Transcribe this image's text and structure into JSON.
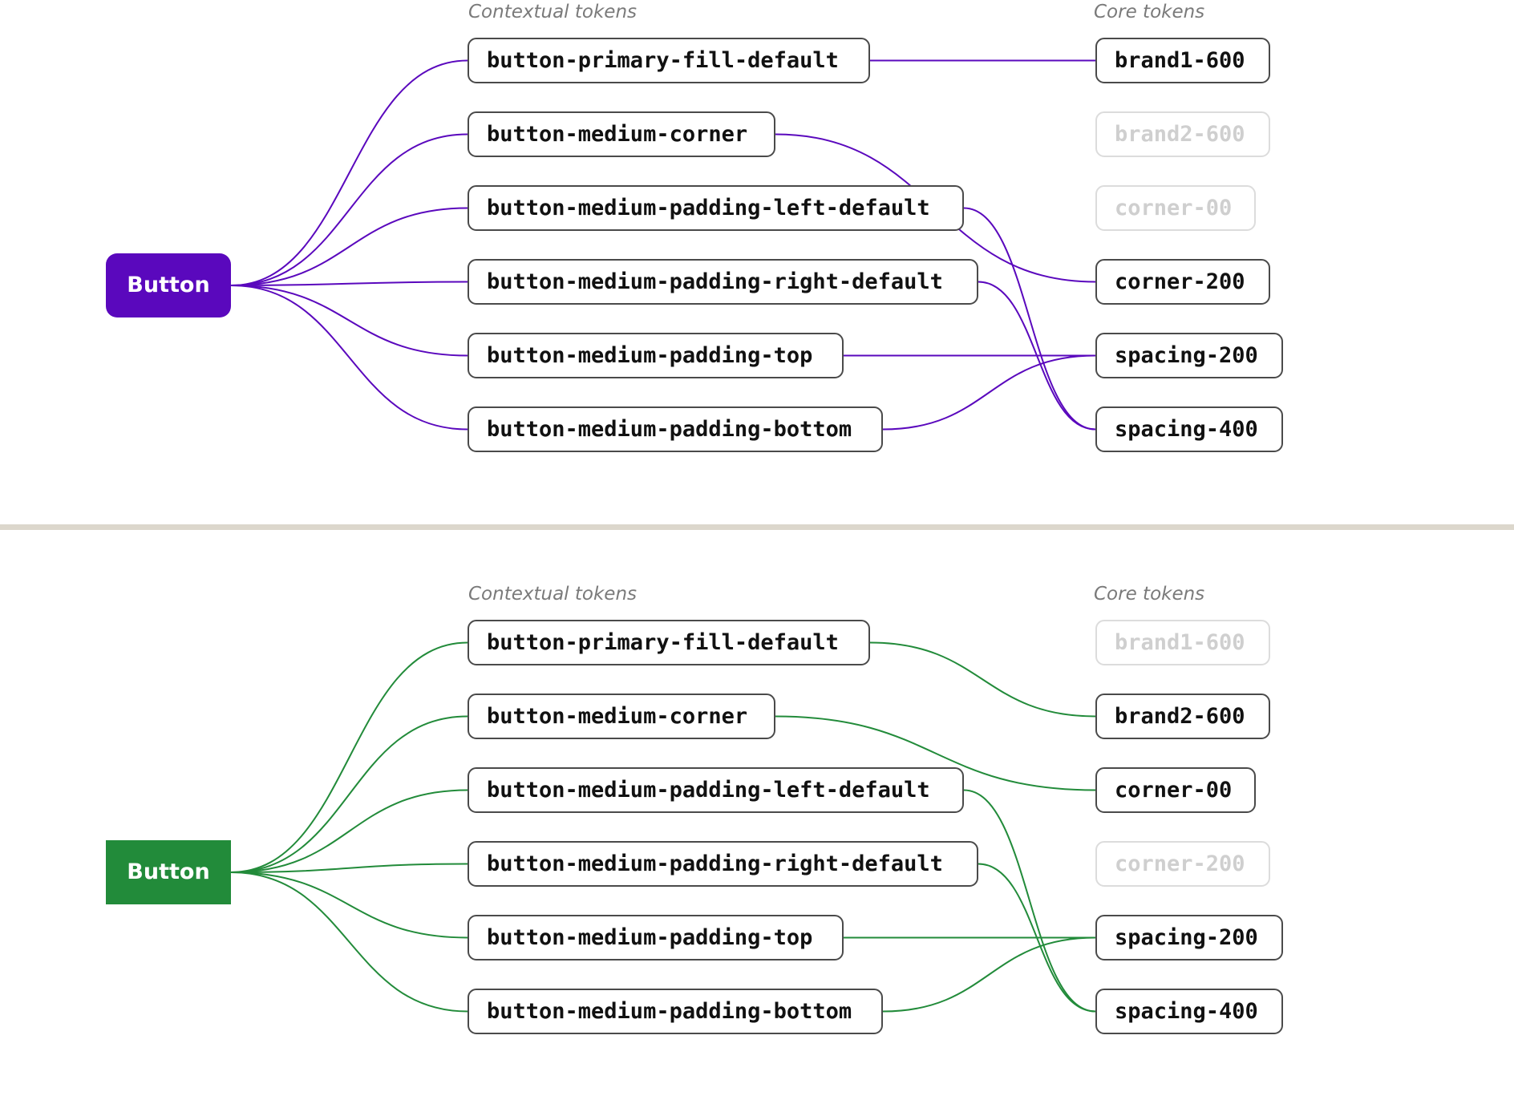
{
  "colors": {
    "purple": "#5a08bd",
    "green": "#228b3a",
    "divider": "#dcd7cc"
  },
  "top": {
    "component_label": "Button",
    "contextual_title": "Contextual tokens",
    "core_title": "Core tokens",
    "contextual": [
      "button-primary-fill-default",
      "button-medium-corner",
      "button-medium-padding-left-default",
      "button-medium-padding-right-default",
      "button-medium-padding-top",
      "button-medium-padding-bottom"
    ],
    "core": [
      "brand1-600",
      "brand2-600",
      "corner-00",
      "corner-200",
      "spacing-200",
      "spacing-400"
    ],
    "core_active": [
      true,
      false,
      false,
      true,
      true,
      true
    ],
    "mapping": [
      0,
      3,
      5,
      5,
      4,
      4
    ]
  },
  "bottom": {
    "component_label": "Button",
    "contextual_title": "Contextual tokens",
    "core_title": "Core tokens",
    "contextual": [
      "button-primary-fill-default",
      "button-medium-corner",
      "button-medium-padding-left-default",
      "button-medium-padding-right-default",
      "button-medium-padding-top",
      "button-medium-padding-bottom"
    ],
    "core": [
      "brand1-600",
      "brand2-600",
      "corner-00",
      "corner-200",
      "spacing-200",
      "spacing-400"
    ],
    "core_active": [
      false,
      true,
      true,
      false,
      true,
      true
    ],
    "mapping": [
      1,
      2,
      5,
      5,
      4,
      4
    ]
  }
}
